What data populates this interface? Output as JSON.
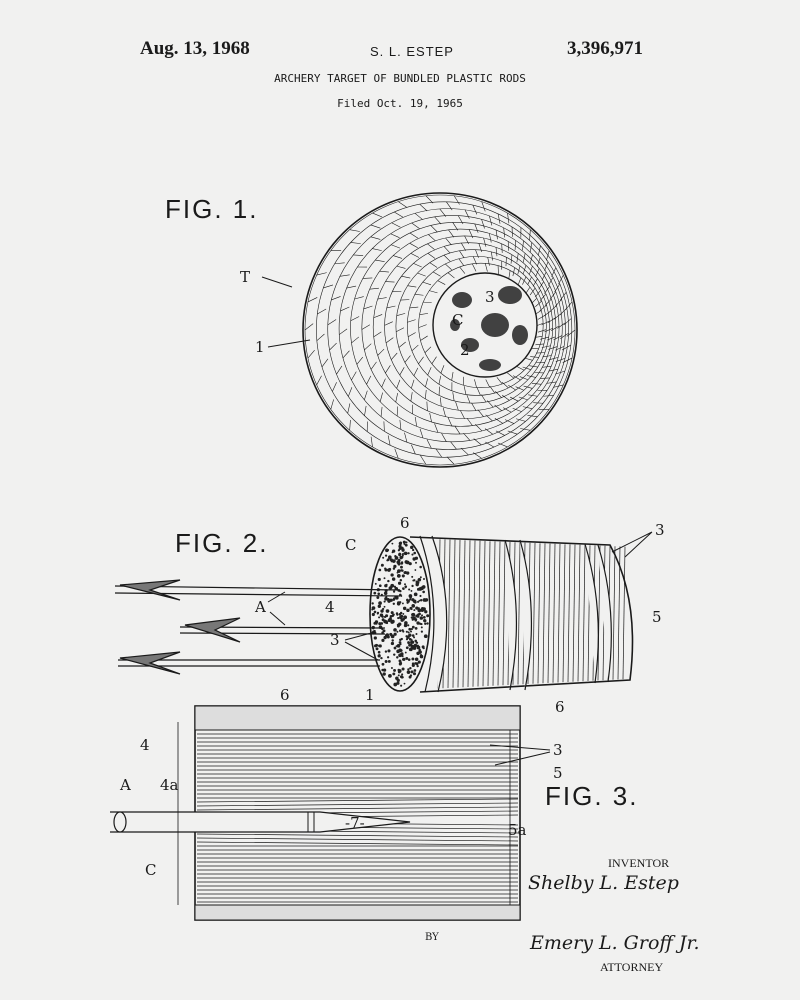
{
  "header": {
    "date": "Aug. 13, 1968",
    "inventor_short": "S. L. ESTEP",
    "patent_number": "3,396,971",
    "title": "ARCHERY TARGET OF BUNDLED PLASTIC RODS",
    "filed": "Filed Oct. 19, 1965"
  },
  "fig1": {
    "label": "FIG. 1.",
    "refs": {
      "t": "T",
      "one": "1",
      "c": "C",
      "two": "2",
      "three": "3"
    }
  },
  "fig2": {
    "label": "FIG. 2.",
    "refs": {
      "c": "C",
      "six_top": "6",
      "three_top": "3",
      "four": "4",
      "a": "A",
      "three_mid": "3",
      "five": "5",
      "six_bottom": "6"
    }
  },
  "fig3": {
    "label": "FIG. 3.",
    "refs": {
      "six": "6",
      "one": "1",
      "four": "4",
      "four_a": "4a",
      "a": "A",
      "c": "C",
      "three": "3",
      "five": "5",
      "five_a": "5a",
      "seven": "-7-",
      "by": "BY"
    }
  },
  "signatures": {
    "inventor_caption": "INVENTOR",
    "inventor_signature": "Shelby L. Estep",
    "attorney_signature": "Emery L. Groff Jr.",
    "attorney_caption": "ATTORNEY"
  }
}
